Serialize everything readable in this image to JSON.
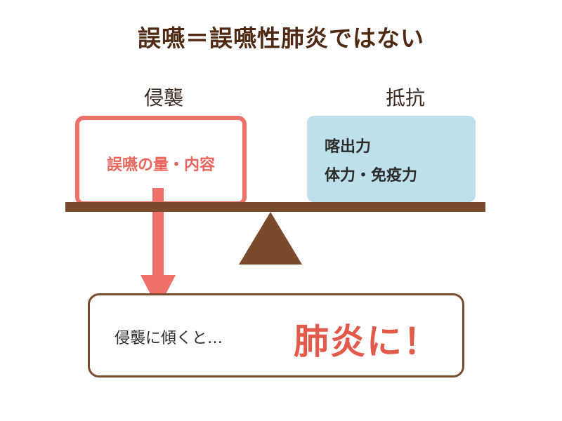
{
  "title": "誤嚥＝誤嚥性肺炎ではない",
  "labels": {
    "invasion": "侵襲",
    "resistance": "抵抗"
  },
  "invasion_box": {
    "text": "誤嚥の量・内容"
  },
  "resistance_box": {
    "line1": "喀出力",
    "line2": "体力・免疫力"
  },
  "result": {
    "lead": "侵襲に傾くと…",
    "emphasis": "肺炎に！"
  },
  "colors": {
    "title": "#4e2a14",
    "invasion_accent": "#ee7068",
    "resistance_fill": "#bde0ea",
    "beam": "#7a4a2d",
    "emphasis": "#e35a4a"
  }
}
